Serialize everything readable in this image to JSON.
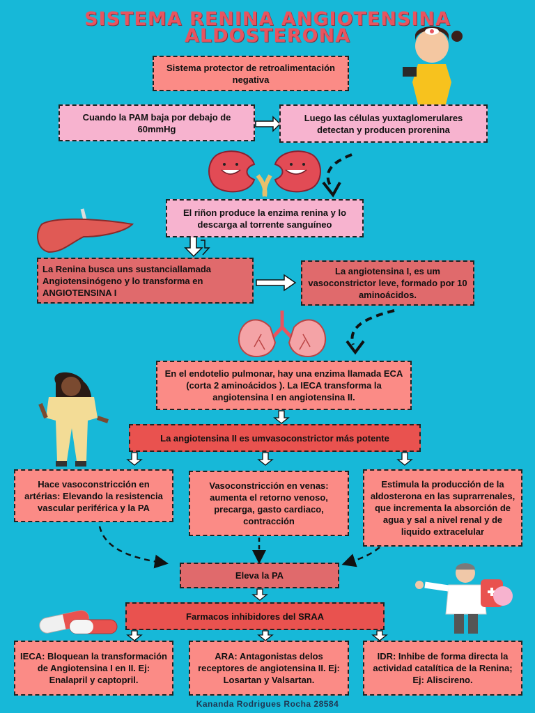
{
  "title": {
    "line1": "SISTEMA RENINA ANGIOTENSINA",
    "line2": "ALDOSTERONA"
  },
  "boxes": {
    "protector": "Sistema protector de retroalimentación negativa",
    "pam": "Cuando la PAM baja por debajo de 60mmHg",
    "celulas": "Luego las células yuxtaglomerulares detectan y producen prorenina",
    "rinon": "El riñon produce la enzima renina y lo descarga al torrente sanguíneo",
    "renina": "La Renina busca uns sustanciallamada Angiotensinógeno y lo transforma en ANGIOTENSINA I",
    "angio1": "La angiotensina I, es um vasoconstrictor leve, formado por 10 aminoácidos.",
    "endotelio": "En el endotelio pulmonar, hay una enzima llamada ECA (corta 2 aminoácidos ). La IECA transforma la angiotensina I en angiotensina II.",
    "angio2": "La angiotensina II es umvasoconstrictor más potente",
    "arterias": "Hace vasoconstricción en artérias: Elevando la resistencia vascular periférica y la PA",
    "venas": "Vasoconstricción en venas: aumenta el retorno venoso, precarga, gasto cardiaco, contracción",
    "aldosterona": "Estimula la producción de la aldosterona en las suprarrenales, que incrementa la absorción de agua y sal a nivel renal y de liquido extracelular",
    "eleva": "Eleva la PA",
    "farmacos": "Farmacos inhibidores del SRAA",
    "ieca": "IECA: Bloquean la transformación de Angiotensina I en II. Ej: Enalapril y captopril.",
    "ara": "ARA: Antagonistas delos receptores de angiotensina II. Ej: Losartan y Valsartan.",
    "idr": "IDR: Inhibe de forma directa la actividad catalítica de la Renina; Ej: Aliscireno."
  },
  "footer": "Kananda Rodrigues Rocha 28584",
  "colors": {
    "background": "#17b8d8",
    "title": "#e8545f",
    "salmon": "#fb8b86",
    "pink": "#f7b3cf",
    "rose": "#e06a6c",
    "red": "#e9524f"
  },
  "icons": [
    "kidneys-icon",
    "liver-icon",
    "lungs-icon",
    "pills-icon",
    "doctor-girl-icon",
    "nurse-icon",
    "doctor-man-icon"
  ]
}
